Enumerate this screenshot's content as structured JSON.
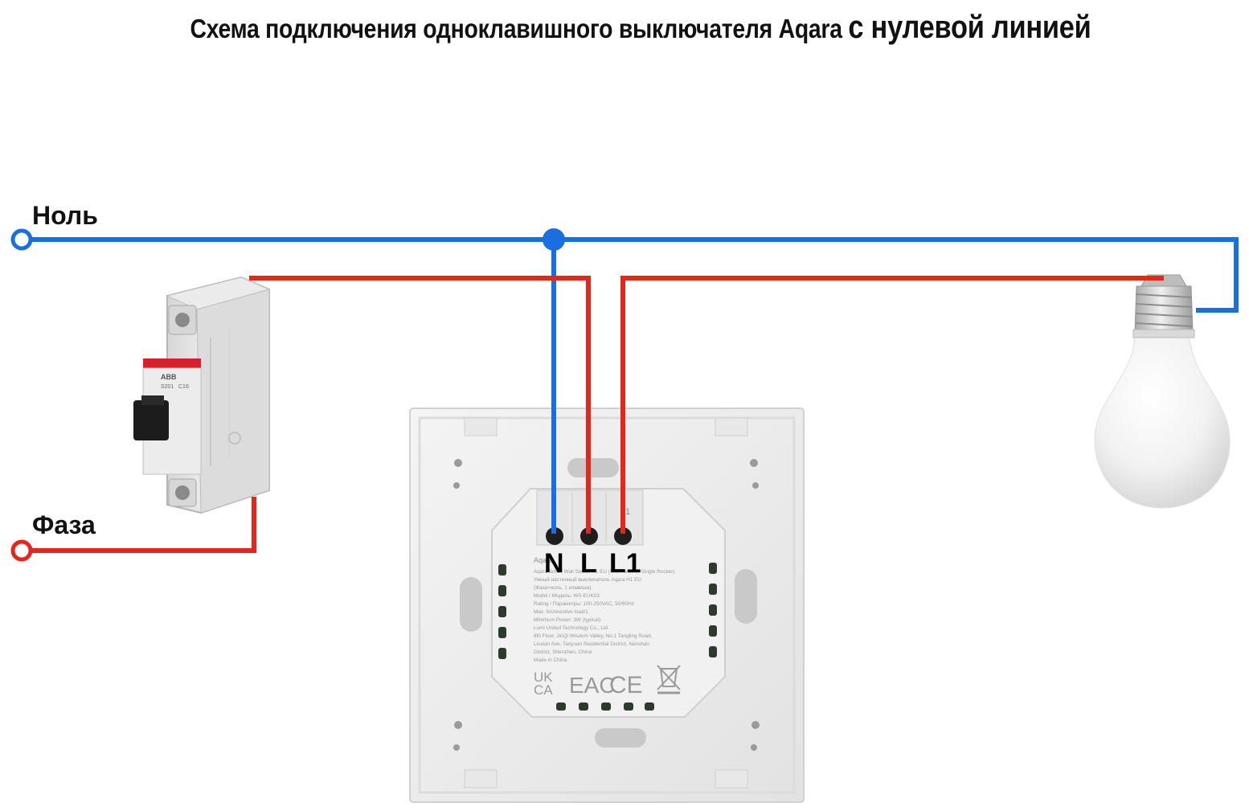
{
  "title": {
    "main": "Схема подключения одноклавишного выключателя Aqara ",
    "accent": "с нулевой линией"
  },
  "labels": {
    "neutral": "Ноль",
    "phase": "Фаза"
  },
  "terminals": {
    "n": "N",
    "l": "L",
    "l1": "L1"
  },
  "switch_label": {
    "brand": "Aqara",
    "lines": [
      "Aqara Smart Wall Switch H1 EU (With Neutral, Single Rocker)",
      "Умный настенный выключатель Aqara H1 EU",
      "(Фаза+ноль, 1 клавиша)",
      "Model / Модель: WS-EUK03",
      "Rating / Параметры: 100-250VAC, 50/60Hz",
      "Max. 6A/resistive load/1",
      "Minimum Power: 3W (typical)",
      "Lumi United Technology Co., Ltd.",
      "8th Floor, JinQi Wisdom Valley, No.1 Tangling Road,",
      "Liuxian Ave, Taoyuan Residential District, Nanshan",
      "District, Shenzhen, China",
      "Made in China"
    ],
    "marks": [
      "UK",
      "CA",
      "EAC",
      "CE"
    ]
  },
  "breaker_text": {
    "brand": "ABB",
    "model": "S201",
    "rating": "C16"
  },
  "colors": {
    "neutral": "#1a6fe0",
    "phase": "#e4261b"
  }
}
